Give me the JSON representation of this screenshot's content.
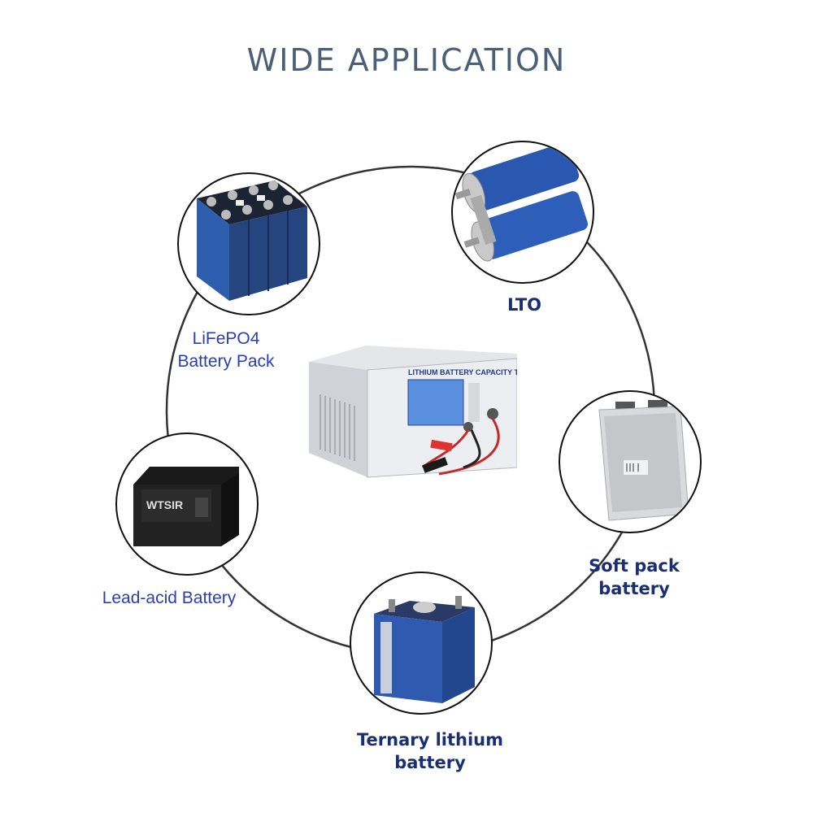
{
  "title": "WIDE APPLICATION",
  "device": {
    "panel_text": "LITHIUM BATTERY CAPACITY TESTER"
  },
  "items": [
    {
      "line1": "LiFePO4",
      "line2": "Battery Pack"
    },
    {
      "line1": "LTO",
      "line2": ""
    },
    {
      "line1": "Soft pack",
      "line2": "battery"
    },
    {
      "line1": "Ternary lithium",
      "line2": "battery"
    },
    {
      "line1": "Lead-acid Battery",
      "line2": ""
    }
  ],
  "battery_brand": "WTSIR",
  "colors": {
    "title": "#4a5f78",
    "label_plain": "#2a3fae",
    "label_bold": "#1a2f72",
    "cell_blue": "#2b56a8"
  }
}
